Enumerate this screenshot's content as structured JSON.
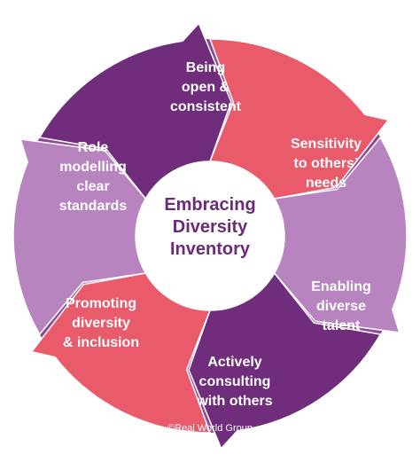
{
  "title": "Embracing\nDiversity\nInventory",
  "segments": [
    {
      "id": "being-open",
      "label": "Being\nopen &\nconsistent",
      "color": "#e95a6a"
    },
    {
      "id": "sensitivity",
      "label": "Sensitivity\nto others’\nneeds",
      "color": "#b784bf"
    },
    {
      "id": "enabling",
      "label": "Enabling\ndiverse\ntalent",
      "color": "#6f2d7b"
    },
    {
      "id": "consulting",
      "label": "Actively\nconsulting\nwith others",
      "color": "#e95a6a"
    },
    {
      "id": "promoting",
      "label": "Promoting\ndiversity\n& inclusion",
      "color": "#b784bf"
    },
    {
      "id": "role-model",
      "label": "Role\nmodelling\nclear\nstandards",
      "color": "#6f2d7b"
    }
  ],
  "credit": "©Real World Group",
  "colors": {
    "pink": "#e95a6a",
    "lilac": "#b784bf",
    "purple": "#6f2d7b",
    "center_text": "#6d2a78"
  }
}
